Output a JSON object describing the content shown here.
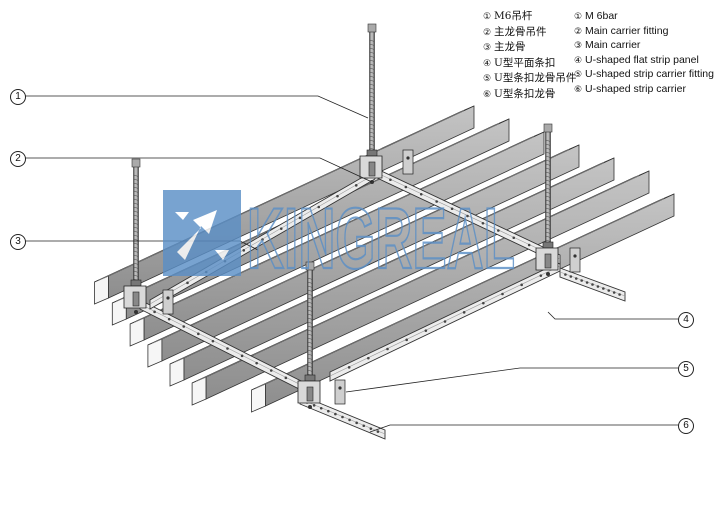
{
  "legend_zh": [
    {
      "num": "①",
      "text": "M6吊杆"
    },
    {
      "num": "②",
      "text": "主龙骨吊件"
    },
    {
      "num": "③",
      "text": "主龙骨"
    },
    {
      "num": "④",
      "text": "U型平面条扣"
    },
    {
      "num": "⑤",
      "text": "U型条扣龙骨吊件"
    },
    {
      "num": "⑥",
      "text": "U型条扣龙骨"
    }
  ],
  "legend_en": [
    {
      "num": "①",
      "text": "M 6bar"
    },
    {
      "num": "②",
      "text": "Main carrier fitting"
    },
    {
      "num": "③",
      "text": "Main carrier"
    },
    {
      "num": "④",
      "text": "U-shaped flat strip panel"
    },
    {
      "num": "⑤",
      "text": "U-shaped strip carrier fitting"
    },
    {
      "num": "⑥",
      "text": "U-shaped strip carrier"
    }
  ],
  "callouts": [
    "1",
    "2",
    "3",
    "4",
    "5",
    "6"
  ],
  "watermark": "KINGREAL",
  "colors": {
    "line": "#333333",
    "strip": "#d8d8d8",
    "strip_dark": "#9a9a9a",
    "watermark_blue": "#5b8fc6"
  }
}
